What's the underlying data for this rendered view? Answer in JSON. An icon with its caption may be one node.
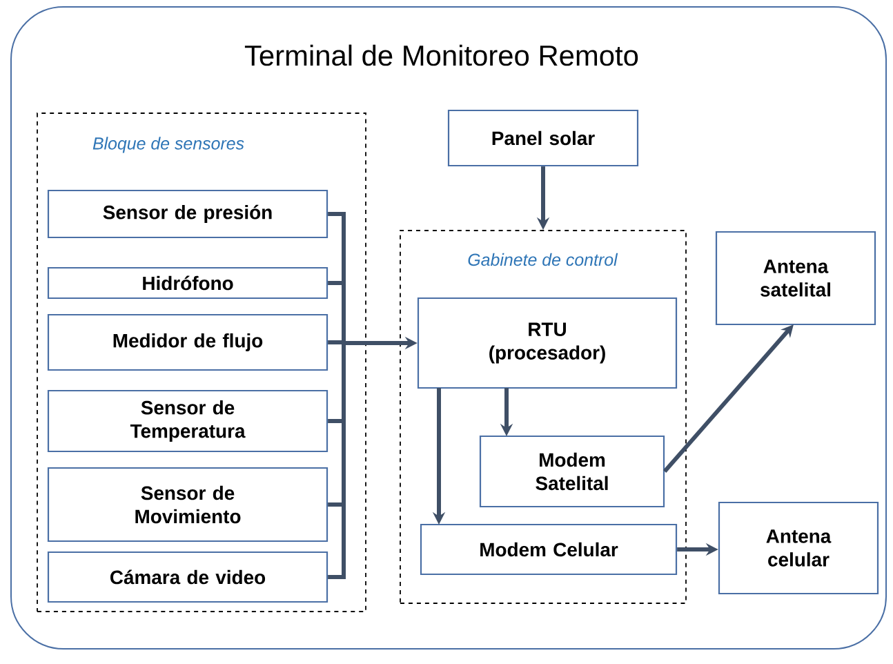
{
  "diagram": {
    "nodes": [
      {
        "text": [
          "Terminal de Monitoreo Remoto"
        ]
      },
      {
        "text": [
          "Bloque de sensores"
        ],
        "in": 0
      },
      {
        "text": [
          "Sensor de presión"
        ],
        "in": 1
      },
      {
        "text": [
          "Hidrófono"
        ],
        "in": 1
      },
      {
        "text": [
          "Medidor de flujo"
        ],
        "in": 1
      },
      {
        "text": [
          "Sensor de Temperatura"
        ],
        "in": 1
      },
      {
        "text": [
          "Sensor de Movimiento"
        ],
        "in": 1
      },
      {
        "text": [
          "Cámara de video"
        ],
        "in": 1
      },
      {
        "text": [
          "Panel solar"
        ],
        "in": 0
      },
      {
        "text": [
          "Gabinete de control"
        ],
        "in": 0
      },
      {
        "text": [
          "RTU (procesador)"
        ],
        "in": 9
      },
      {
        "text": [
          "Modem Satelital"
        ],
        "in": 9
      },
      {
        "text": [
          "Modem Celular"
        ],
        "in": 9
      },
      {
        "text": [
          "Antena satelital"
        ],
        "in": 0
      },
      {
        "text": [
          "Antena celular"
        ],
        "in": 0
      }
    ],
    "edges": [
      {
        "from": 2,
        "to": 10,
        "arrow": "to"
      },
      {
        "from": 3,
        "to": 10,
        "arrow": "to"
      },
      {
        "from": 4,
        "to": 10,
        "arrow": "to"
      },
      {
        "from": 5,
        "to": 10,
        "arrow": "to"
      },
      {
        "from": 6,
        "to": 10,
        "arrow": "to"
      },
      {
        "from": 7,
        "to": 10,
        "arrow": "to"
      },
      {
        "from": 8,
        "to": 9,
        "arrow": "to"
      },
      {
        "from": 10,
        "to": 11,
        "arrow": "to"
      },
      {
        "from": 10,
        "to": 12,
        "arrow": "to"
      },
      {
        "from": 11,
        "to": 13,
        "arrow": "to"
      },
      {
        "from": 12,
        "to": 14,
        "arrow": "to"
      }
    ]
  }
}
